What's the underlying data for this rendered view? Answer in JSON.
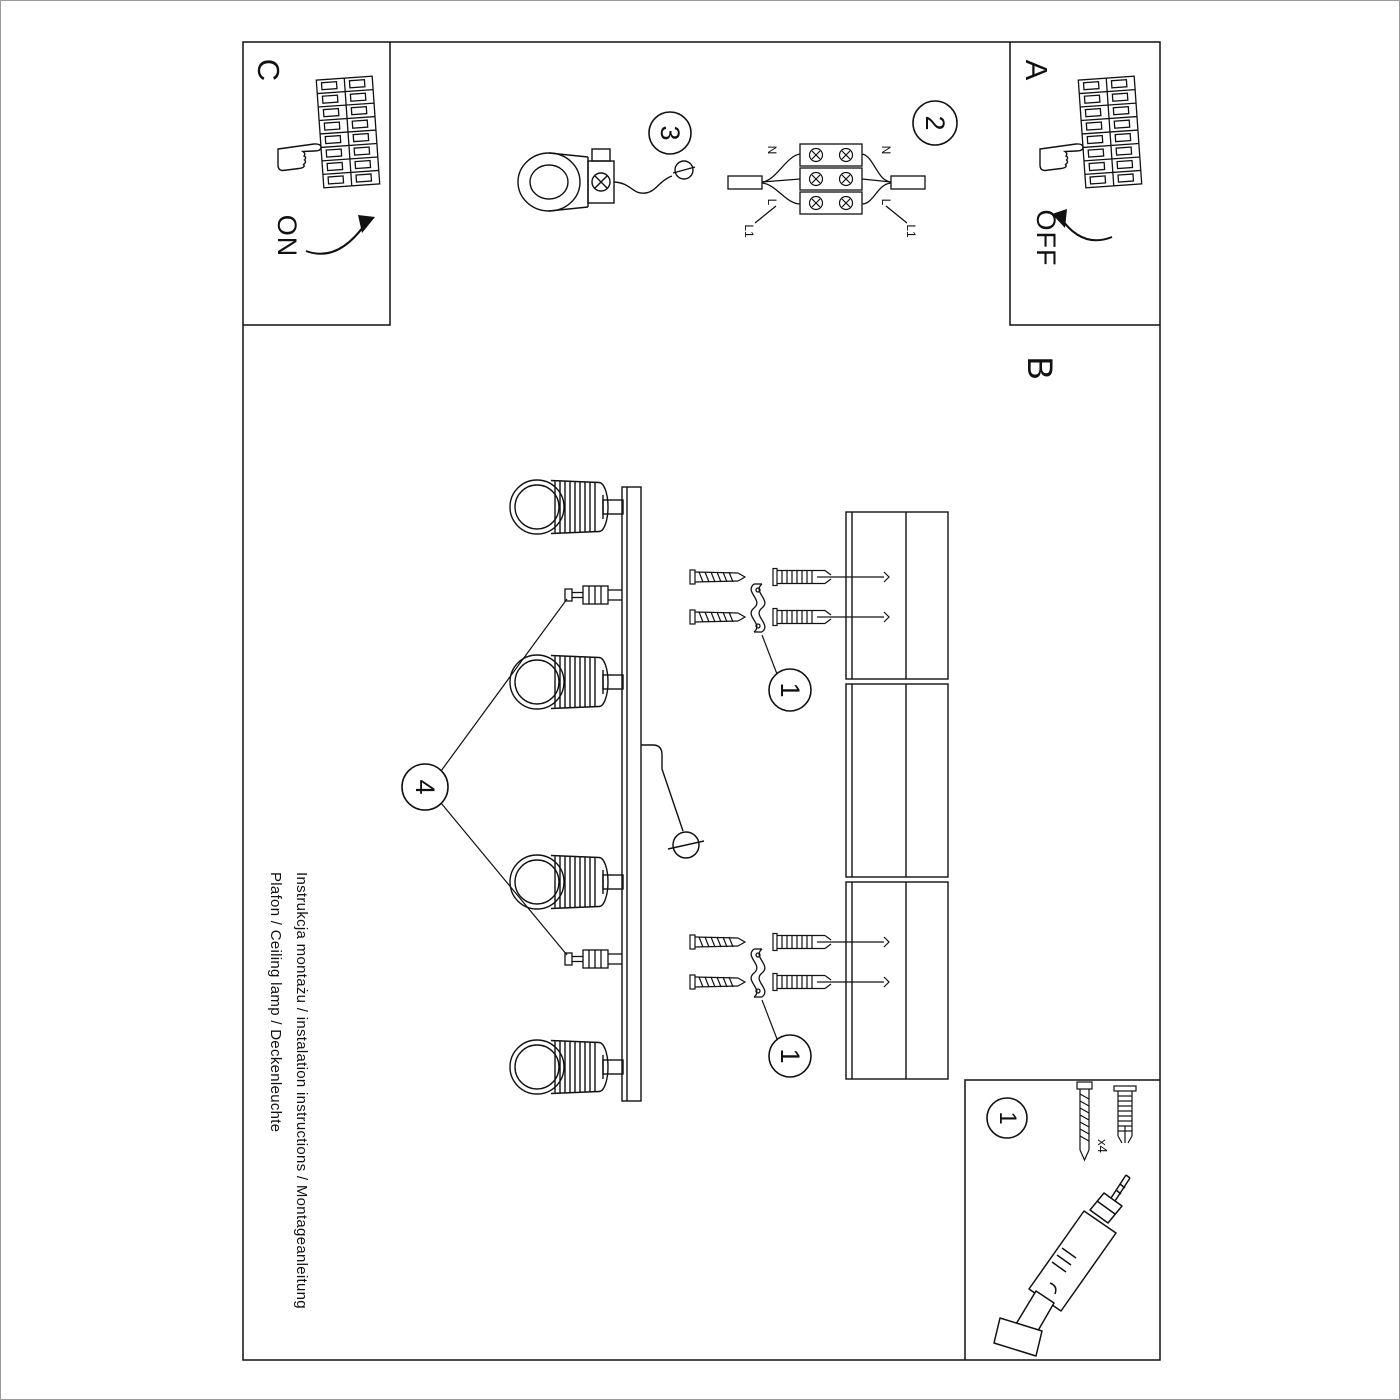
{
  "colors": {
    "ink": "#111111",
    "background": "#ffffff"
  },
  "document": {
    "sections": {
      "a": "A",
      "b": "B",
      "c": "C",
      "on": "ON",
      "off": "OFF"
    },
    "steps": {
      "step1_top": "1",
      "step1_bottom": "1",
      "step1_tools": "1",
      "step2": "2",
      "step3": "3",
      "step4": "4"
    },
    "wiring": {
      "n_left": "N",
      "n_right": "N",
      "l_left": "L",
      "l_right": "L",
      "l1_left": "L1",
      "l1_right": "L1"
    },
    "tools": {
      "anchor_qty": "x4"
    },
    "footer": {
      "line1": "Instrukcja montażu / instalation instructions / Montageanleitung",
      "line2": "Plafon / Ceiling lamp / Deckenleuchte"
    },
    "icons": {
      "hand_press": "hand-press-icon",
      "breaker_panel": "breaker-panel-icon",
      "drill": "drill-icon",
      "screw": "screw-icon",
      "wall_plug": "wall-plug-icon",
      "screwdriver_head": "screw-head-icon"
    }
  }
}
